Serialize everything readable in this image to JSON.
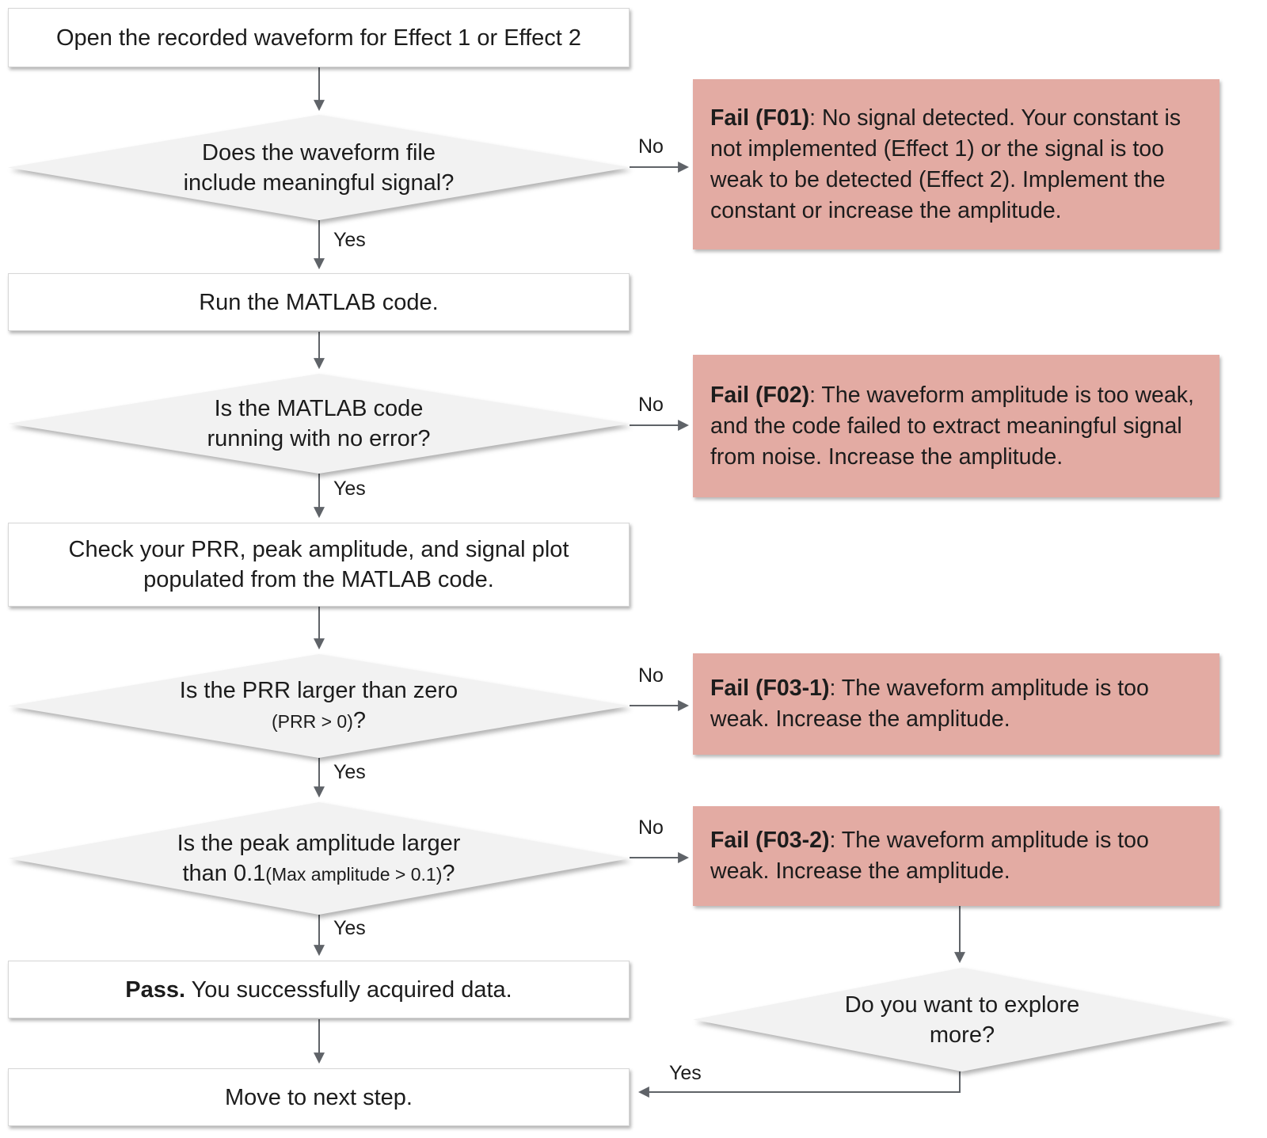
{
  "labels": {
    "yes": "Yes",
    "no": "No"
  },
  "colors": {
    "fail_box": "#e3aba3",
    "decision_fill": "#f2f2f2",
    "process_fill": "#ffffff",
    "arrow": "#5f6368"
  },
  "nodes": {
    "start": {
      "text": "Open the recorded waveform for Effect 1 or Effect 2"
    },
    "decision_signal": {
      "line1": "Does the waveform file",
      "line2": "include meaningful signal?"
    },
    "fail_f01": {
      "title": "Fail (F01)",
      "body": ": No signal detected. Your constant is not implemented (Effect 1) or the signal is too weak to be detected (Effect 2). Implement the constant or increase the amplitude."
    },
    "run_matlab": {
      "text": "Run the MATLAB code."
    },
    "decision_error": {
      "line1": "Is the MATLAB code",
      "line2": "running with no error?"
    },
    "fail_f02": {
      "title": "Fail (F02)",
      "body": ": The waveform amplitude is too weak, and the code failed to extract meaningful signal from noise. Increase the amplitude."
    },
    "check_prr": {
      "line1": "Check your PRR, peak amplitude, and signal plot",
      "line2": "populated from the MATLAB code."
    },
    "decision_prr": {
      "line1": "Is the PRR  larger than zero",
      "line2_paren": "(PRR > 0)",
      "line2_suffix": "?"
    },
    "fail_f03_1": {
      "title": "Fail (F03-1)",
      "body": ": The waveform amplitude is too weak. Increase the amplitude."
    },
    "decision_amplitude": {
      "line1": "Is the peak amplitude larger",
      "line2_prefix": "than 0.1",
      "line2_paren": "(Max amplitude > 0.1)",
      "line2_suffix": "?"
    },
    "fail_f03_2": {
      "title": "Fail (F03-2)",
      "body": ": The waveform amplitude is too weak. Increase the amplitude."
    },
    "pass": {
      "title": "Pass.",
      "body": " You successfully acquired data."
    },
    "decision_explore": {
      "line1": "Do you want to explore",
      "line2": "more?"
    },
    "move_next": {
      "text": "Move to next step."
    }
  }
}
